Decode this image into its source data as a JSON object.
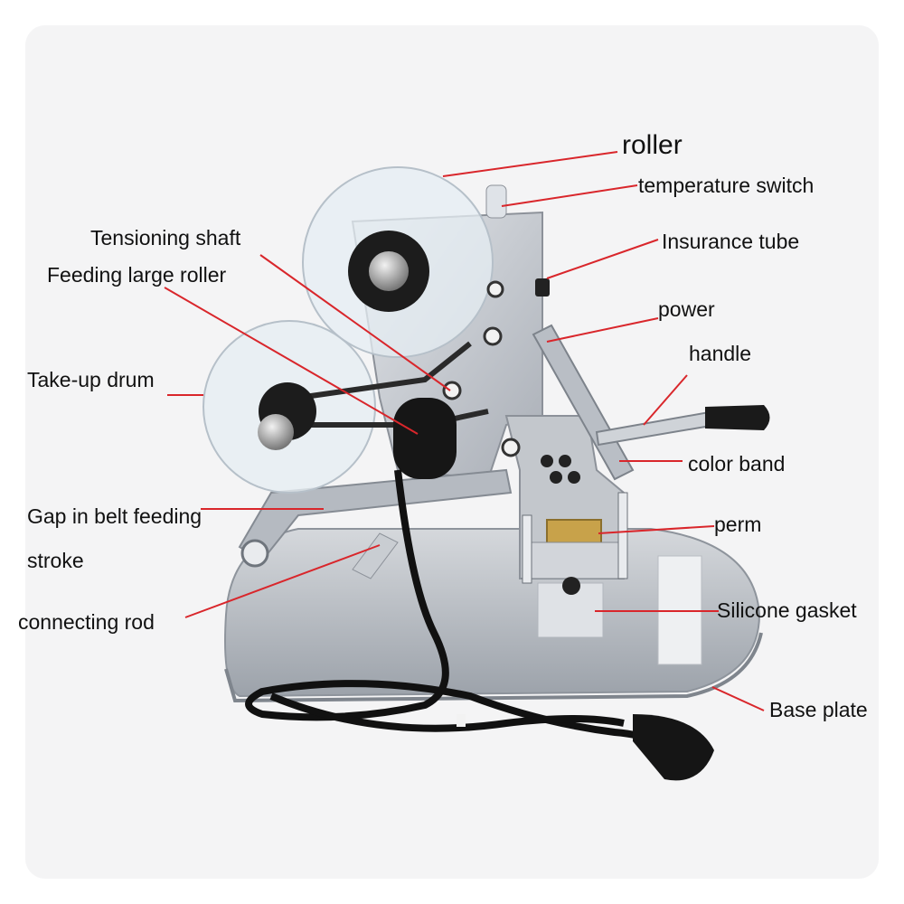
{
  "diagram": {
    "labels": {
      "roller": "roller",
      "temperature_switch": "temperature switch",
      "insurance_tube": "Insurance tube",
      "tensioning_shaft": "Tensioning shaft",
      "feeding_large_roller": "Feeding large roller",
      "power": "power",
      "handle": "handle",
      "take_up_drum": "Take-up drum",
      "color_band": "color band",
      "gap_in_belt_feeding": "Gap in belt feeding",
      "stroke": "stroke",
      "perm": "perm",
      "connecting_rod": "connecting rod",
      "silicone_gasket": "Silicone gasket",
      "base_plate": "Base plate"
    },
    "colors": {
      "leader_line": "#d9262b",
      "machine_body": "#c9ccd1",
      "machine_shadow": "#9aa0a8",
      "roller_black": "#1c1c1c",
      "reel_clear": "#e6edf3",
      "brass": "#c8a24a",
      "cord_black": "#111111"
    }
  }
}
